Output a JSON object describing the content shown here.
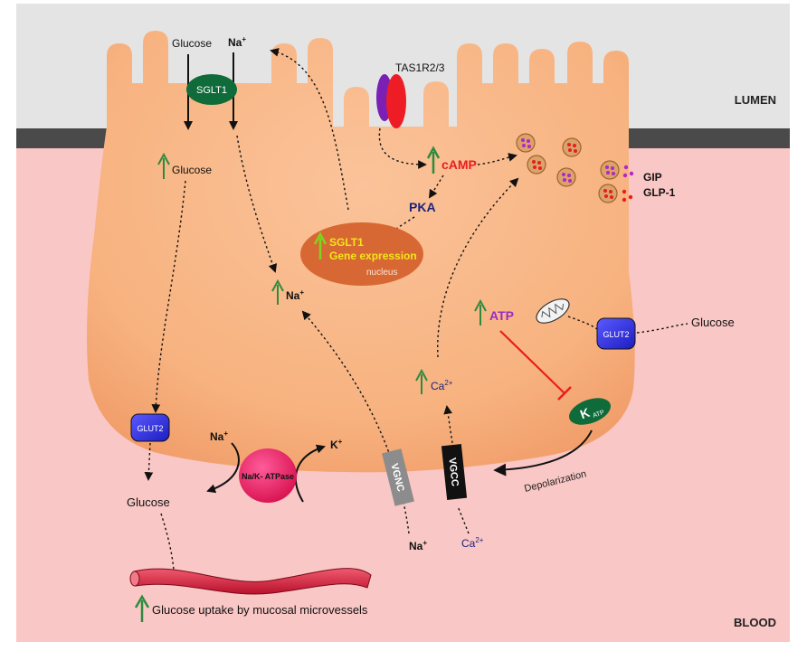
{
  "regions": {
    "lumen": "LUMEN",
    "blood": "BLOOD"
  },
  "lumen_inputs": {
    "glucose": "Glucose",
    "sodium": "Na",
    "sodium_sup": "+"
  },
  "transporters": {
    "sglt1": "SGLT1",
    "tas1r": "TAS1R2/3",
    "glut2_basal": "GLUT2",
    "glut2_side": "GLUT2",
    "pump": "Na/K- ATPase",
    "vgnc": "VGNC",
    "vgcc": "VGCC",
    "katp_k": "K",
    "katp_sub": "ATP"
  },
  "signaling": {
    "camp": "cAMP",
    "pka": "PKA",
    "atp": "ATP"
  },
  "hormones": {
    "gip": "GIP",
    "glp1": "GLP-1"
  },
  "nucleus": {
    "line1": "SGLT1",
    "line2": "Gene expression",
    "label": "nucleus"
  },
  "intracellular": {
    "glucose": "Glucose",
    "sodium": "Na",
    "sodium_sup": "+",
    "calcium": "Ca",
    "calcium_sup": "2+"
  },
  "pump_ions": {
    "na": "Na",
    "na_sup": "+",
    "k": "K",
    "k_sup": "+"
  },
  "blood_side": {
    "glucose_out": "Glucose",
    "na": "Na",
    "na_sup": "+",
    "ca": "Ca",
    "ca_sup": "2+",
    "glucose_side": "Glucose",
    "depolarization": "Depolarization",
    "uptake": "Glucose uptake by mucosal microvessels"
  },
  "colors": {
    "lumen": "#e4e4e4",
    "blood": "#f9c7c5",
    "cell": "#f9b98a",
    "sglt1": "#0f6b3a",
    "glut2": "#2f2ee0",
    "pump": "#e8185e",
    "camp": "#e81e1e",
    "pka": "#1d237a",
    "atp": "#9b2bc2",
    "nucleus": "#d86833",
    "gene_text": "#f3e41a",
    "up_arrow": "#2e8b3e",
    "vessel": "#d81c3a"
  }
}
